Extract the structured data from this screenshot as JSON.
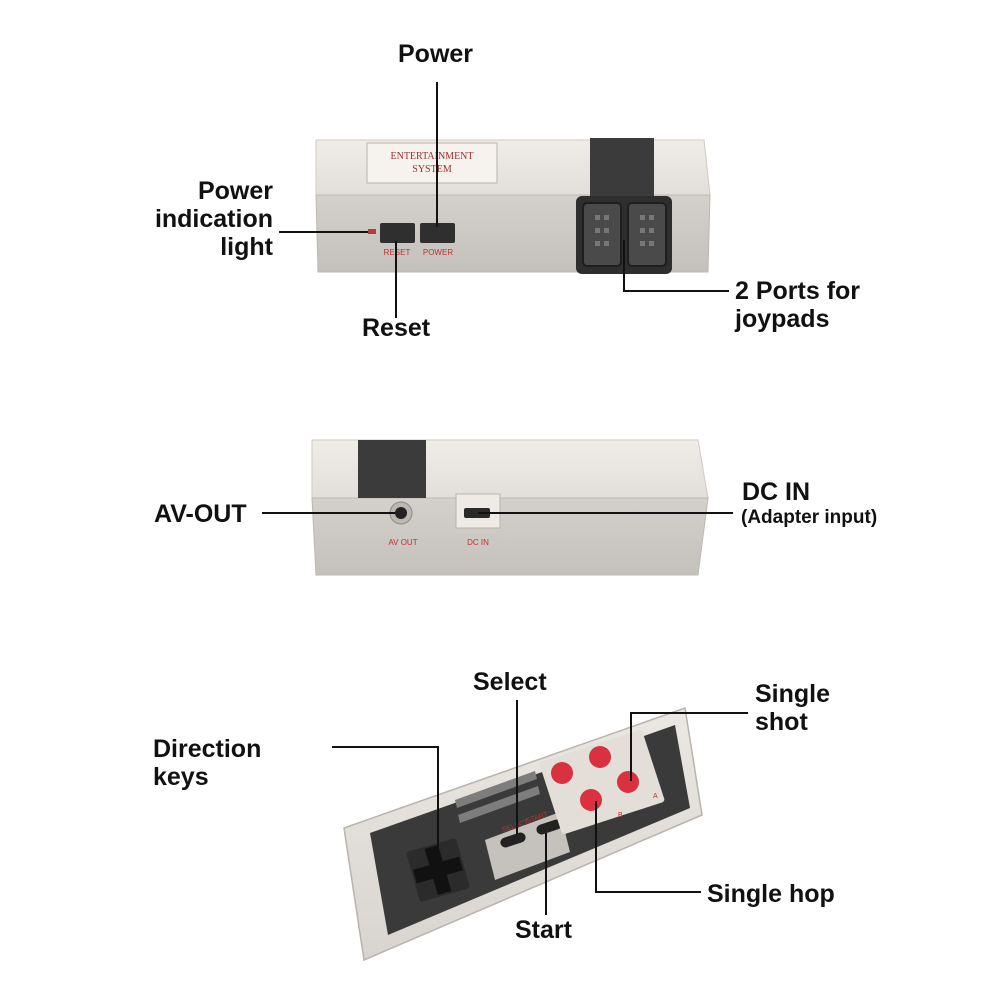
{
  "console_front": {
    "badge_line1": "ENTERTAINMENT",
    "badge_line2": "SYSTEM",
    "reset_print": "RESET",
    "power_print": "POWER"
  },
  "console_back": {
    "av_print": "AV OUT",
    "dc_print": "DC IN"
  },
  "controller": {
    "select_print": "SELECT",
    "start_print": "START",
    "b_print": "B",
    "a_print": "A"
  },
  "callouts": {
    "power": "Power",
    "power_light": [
      "Power",
      "indication",
      "light"
    ],
    "reset": "Reset",
    "ports": [
      "2 Ports for",
      "joypads"
    ],
    "av_out": "AV-OUT",
    "dc_in": "DC IN",
    "dc_in_sub": "(Adapter input)",
    "select": "Select",
    "single_shot": [
      "Single",
      "shot"
    ],
    "direction": [
      "Direction",
      "keys"
    ],
    "single_hop": "Single hop",
    "start": "Start"
  },
  "colors": {
    "body_light": "#e6e2dd",
    "body_mid": "#cfcbc6",
    "port_dark": "#3a3a3a",
    "button_red": "#d9313f",
    "leader": "#111111"
  }
}
